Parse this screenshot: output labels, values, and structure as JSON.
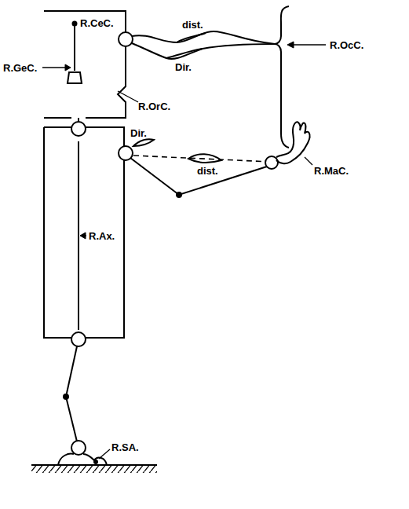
{
  "diagram": {
    "nodes": [
      {
        "text": [
          "R.CeC."
        ]
      }
    ],
    "labels": [
      "R.GeC.",
      "dist.",
      "Dir.",
      "R.OcC.",
      "R.OrC.",
      "Dir.",
      "dist.",
      "R.MaC.",
      "R.Ax.",
      "R.SA."
    ]
  }
}
